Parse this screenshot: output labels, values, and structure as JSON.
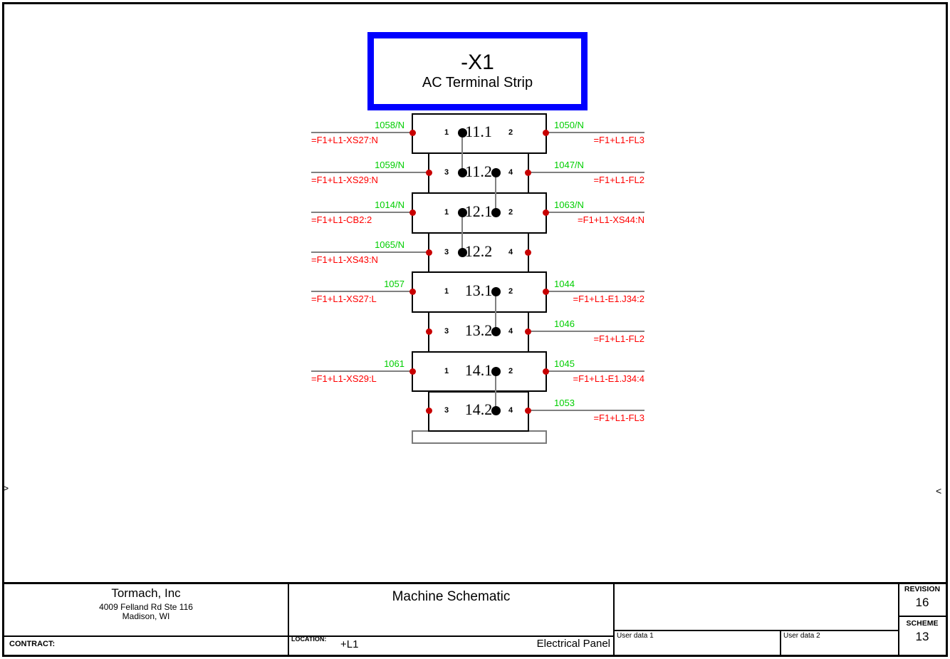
{
  "header": {
    "tag": "-X1",
    "subtitle": "AC Terminal Strip"
  },
  "fold_marks": {
    "left": ">",
    "right": "<"
  },
  "colors": {
    "header_border_blue": "#0000FF",
    "wire_number_green": "#00CE00",
    "device_ref_red": "#FF0000",
    "connection_point_red": "#C80000",
    "wire_gray": "#808080"
  },
  "terminal_strip": {
    "rows": [
      {
        "id": "11.1",
        "size": "wide",
        "left_pin": "1",
        "right_pin": "2",
        "left_wire": {
          "number": "1058/N",
          "device": "=F1+L1-XS27:N"
        },
        "right_wire": {
          "number": "1050/N",
          "device": "=F1+L1-FL3"
        },
        "dot_left": true,
        "dot_right": false
      },
      {
        "id": "11.2",
        "size": "narrow",
        "left_pin": "3",
        "right_pin": "4",
        "left_wire": {
          "number": "1059/N",
          "device": "=F1+L1-XS29:N"
        },
        "right_wire": {
          "number": "1047/N",
          "device": "=F1+L1-FL2"
        },
        "dot_left": true,
        "dot_right": true
      },
      {
        "id": "12.1",
        "size": "wide",
        "left_pin": "1",
        "right_pin": "2",
        "left_wire": {
          "number": "1014/N",
          "device": "=F1+L1-CB2:2"
        },
        "right_wire": {
          "number": "1063/N",
          "device": "=F1+L1-XS44:N"
        },
        "dot_left": true,
        "dot_right": true
      },
      {
        "id": "12.2",
        "size": "narrow",
        "left_pin": "3",
        "right_pin": "4",
        "left_wire": {
          "number": "1065/N",
          "device": "=F1+L1-XS43:N"
        },
        "right_wire": null,
        "dot_left": true,
        "dot_right": false
      },
      {
        "id": "13.1",
        "size": "wide",
        "left_pin": "1",
        "right_pin": "2",
        "left_wire": {
          "number": "1057",
          "device": "=F1+L1-XS27:L"
        },
        "right_wire": {
          "number": "1044",
          "device": "=F1+L1-E1.J34:2"
        },
        "dot_left": false,
        "dot_right": true
      },
      {
        "id": "13.2",
        "size": "narrow",
        "left_pin": "3",
        "right_pin": "4",
        "left_wire": null,
        "right_wire": {
          "number": "1046",
          "device": "=F1+L1-FL2"
        },
        "dot_left": false,
        "dot_right": true
      },
      {
        "id": "14.1",
        "size": "wide",
        "left_pin": "1",
        "right_pin": "2",
        "left_wire": {
          "number": "1061",
          "device": "=F1+L1-XS29:L"
        },
        "right_wire": {
          "number": "1045",
          "device": "=F1+L1-E1.J34:4"
        },
        "dot_left": false,
        "dot_right": true
      },
      {
        "id": "14.2",
        "size": "narrow",
        "left_pin": "3",
        "right_pin": "4",
        "left_wire": null,
        "right_wire": {
          "number": "1053",
          "device": "=F1+L1-FL3"
        },
        "dot_left": false,
        "dot_right": true
      }
    ],
    "jumpers": [
      {
        "from": 0,
        "to": 1,
        "slot": "left"
      },
      {
        "from": 1,
        "to": 2,
        "slot": "right"
      },
      {
        "from": 2,
        "to": 3,
        "slot": "left"
      },
      {
        "from": 4,
        "to": 5,
        "slot": "right"
      },
      {
        "from": 6,
        "to": 7,
        "slot": "right"
      }
    ]
  },
  "title_block": {
    "company": "Tormach, Inc",
    "address_line1": "4009 Felland Rd Ste 116",
    "address_line2": "Madison, WI",
    "contract_label": "CONTRACT:",
    "drawing_title": "Machine Schematic",
    "location_label": "LOCATION:",
    "location_value": "+L1",
    "panel_name": "Electrical Panel",
    "user_data_1_label": "User data 1",
    "user_data_2_label": "User data 2",
    "revision_label": "REVISION",
    "revision_value": "16",
    "scheme_label": "SCHEME",
    "scheme_value": "13"
  }
}
